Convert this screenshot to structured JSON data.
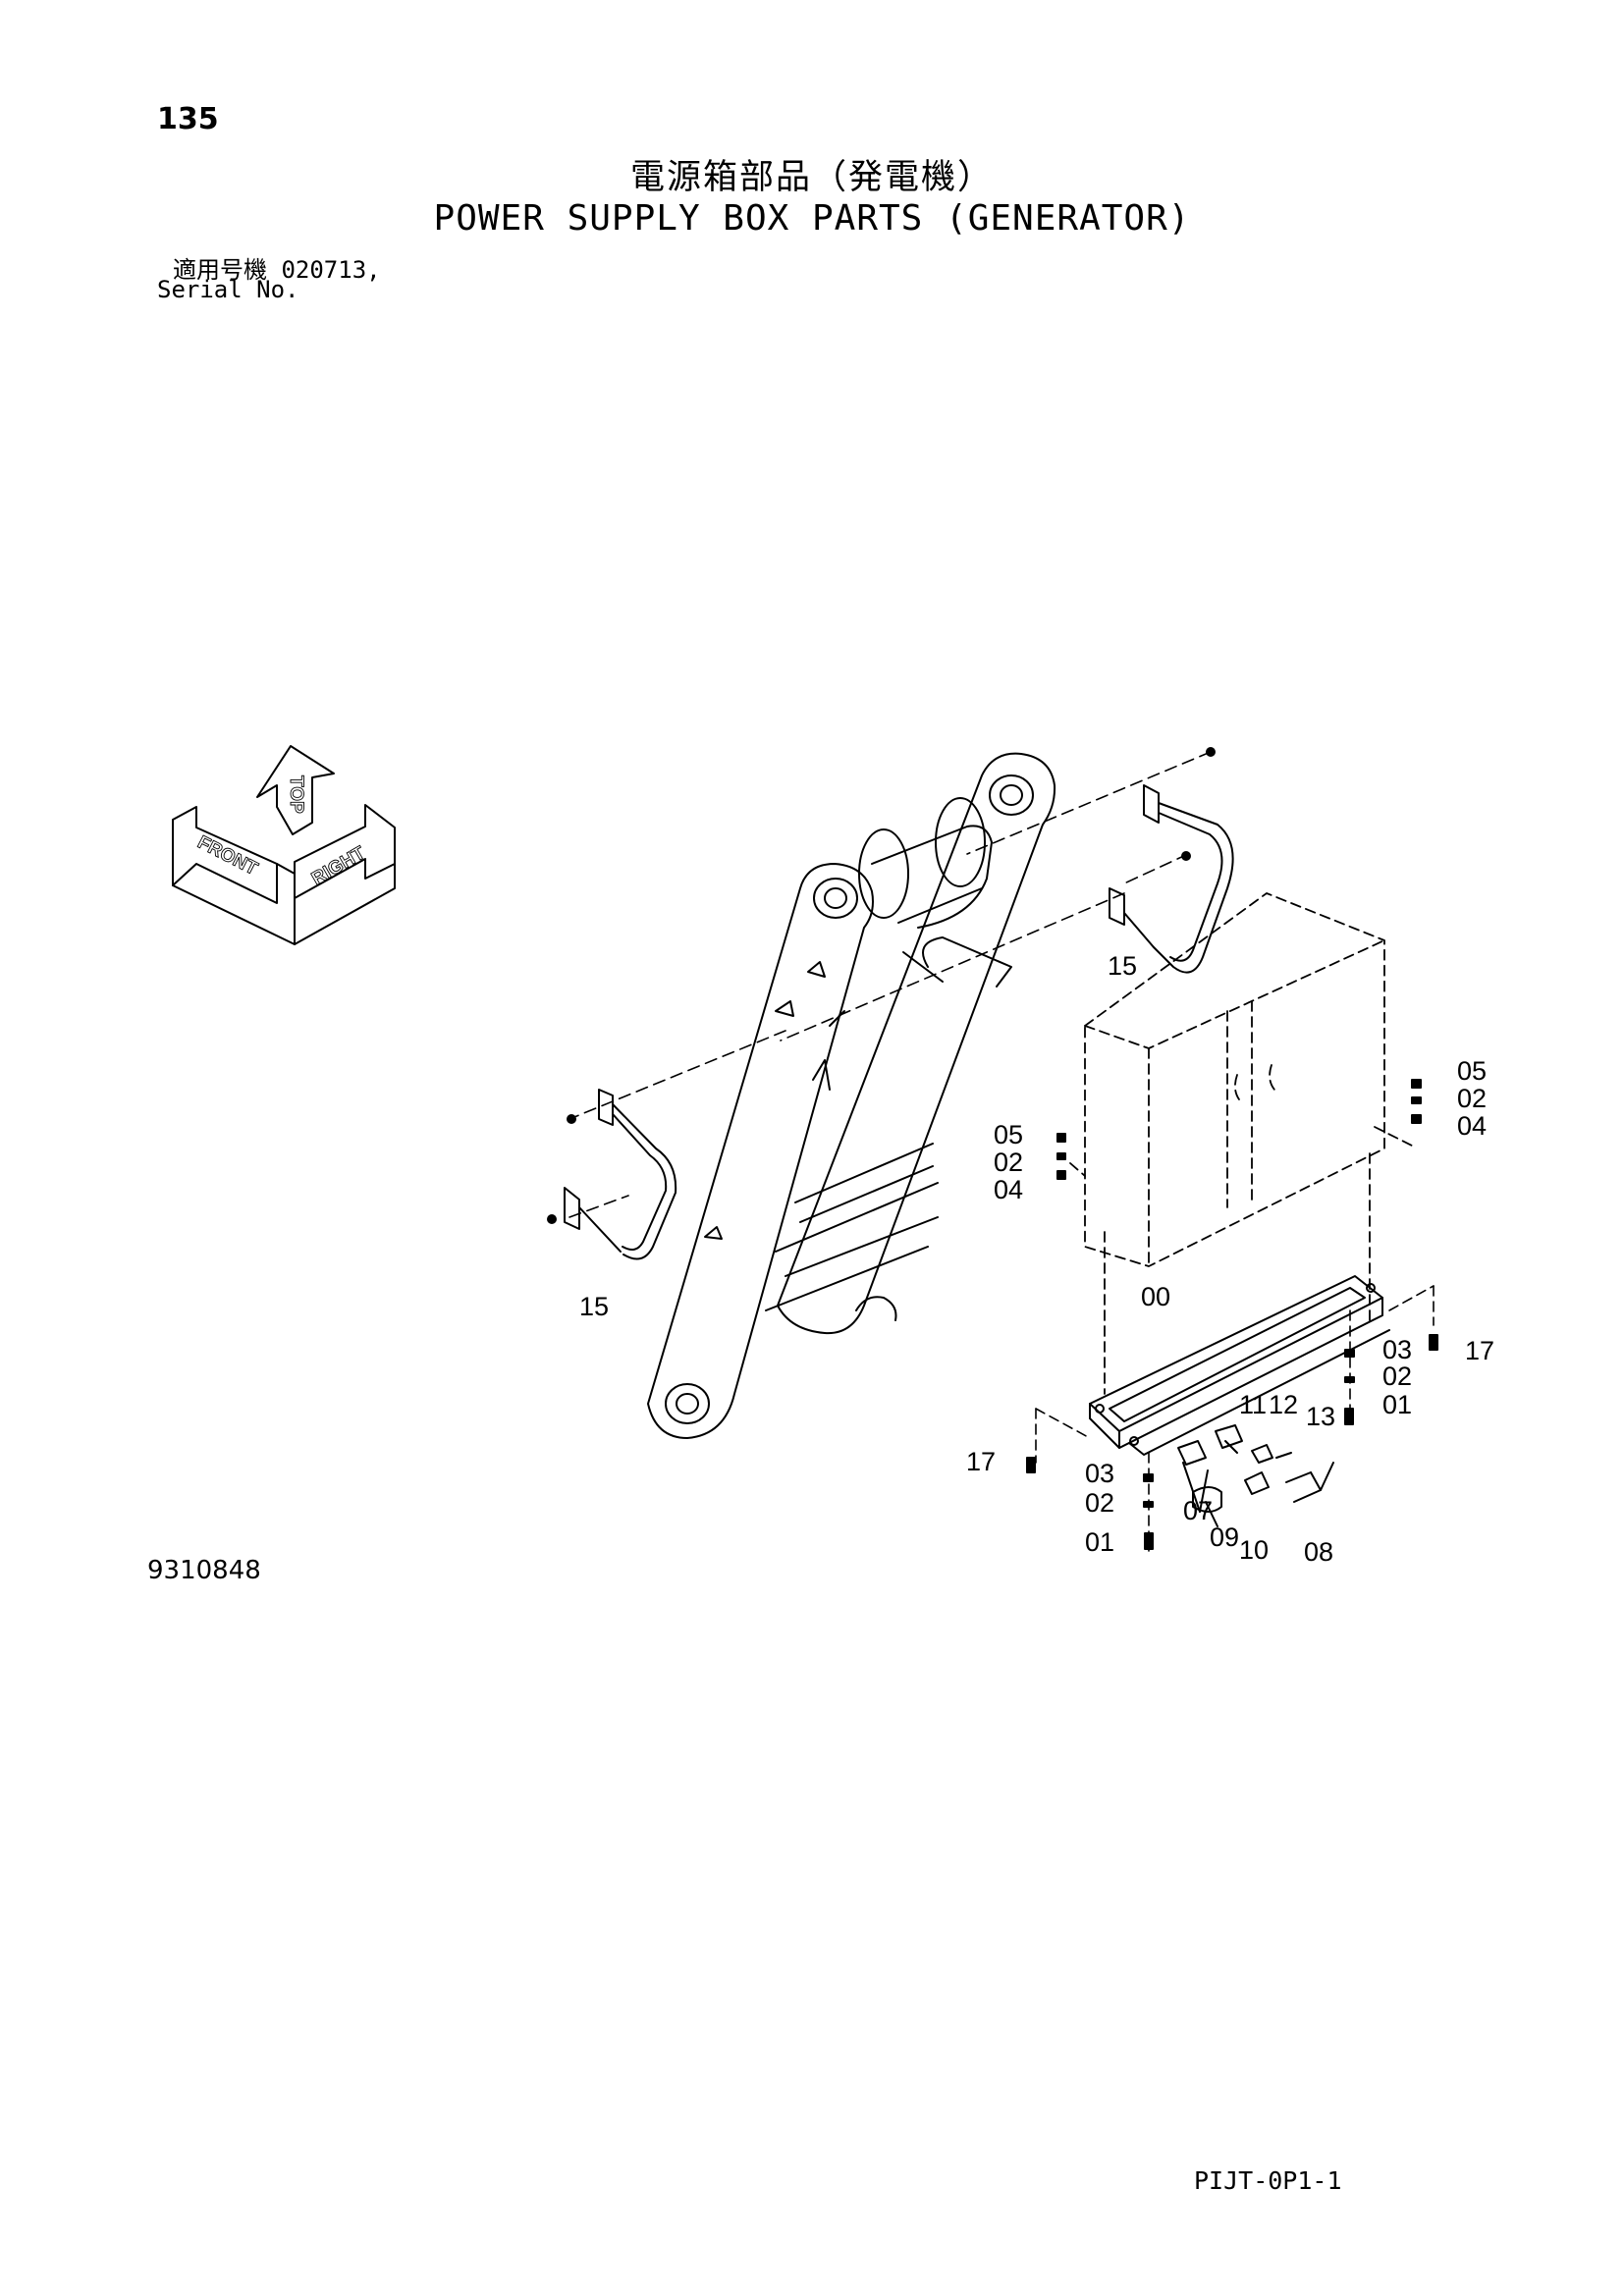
{
  "header": {
    "page_number": "135",
    "title_jp": "電源箱部品（発電機）",
    "title_en": "POWER SUPPLY BOX PARTS (GENERATOR)",
    "serial_label_jp": "適用号機",
    "serial_value": "020713,",
    "serial_label_en": "Serial No."
  },
  "orientation": {
    "top": "TOP",
    "front": "FRONT",
    "right": "RIGHT"
  },
  "callouts": {
    "c15_top": "15",
    "c15_left": "15",
    "c05_right": "05",
    "c02_right": "02",
    "c04_right": "04",
    "c05_left": "05",
    "c02_left": "02",
    "c04_left": "04",
    "c00": "00",
    "c03_right": "03",
    "c02_right_low": "02",
    "c01_right": "01",
    "c17_right": "17",
    "c11": "11",
    "c12": "12",
    "c13": "13",
    "c17_left": "17",
    "c03_left": "03",
    "c02_left_low": "02",
    "c01_left": "01",
    "c07": "07",
    "c09": "09",
    "c10": "10",
    "c08": "08"
  },
  "footer": {
    "drawing_number": "9310848",
    "page_code": "PIJT-0P1-1"
  }
}
